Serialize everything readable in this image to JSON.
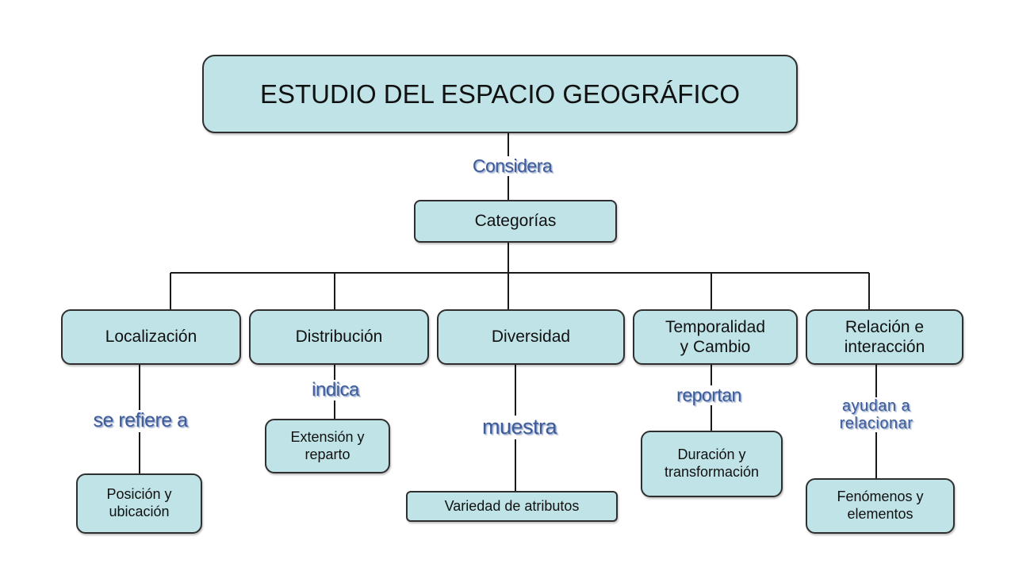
{
  "diagram": {
    "root": "ESTUDIO DEL ESPACIO GEOGRÁFICO",
    "root_link": "Considera",
    "category": "Categorías",
    "branches": [
      {
        "title": "Localización",
        "link": "se refiere a",
        "detail": "Posición y\nubicación"
      },
      {
        "title": "Distribución",
        "link": "indica",
        "detail": "Extensión y\nreparto"
      },
      {
        "title": "Diversidad",
        "link": "muestra",
        "detail": "Variedad de atributos"
      },
      {
        "title": "Temporalidad\ny Cambio",
        "link": "reportan",
        "detail": "Duración y\ntransformación"
      },
      {
        "title": "Relación e\ninteracción",
        "link": "ayudan a\nrelacionar",
        "detail": "Fenómenos y\nelementos"
      }
    ]
  },
  "colors": {
    "node_fill": "#bfe3e6",
    "node_border": "#2f2f2f",
    "link_text": "#3e5c9a",
    "line": "#1a1a1a"
  }
}
